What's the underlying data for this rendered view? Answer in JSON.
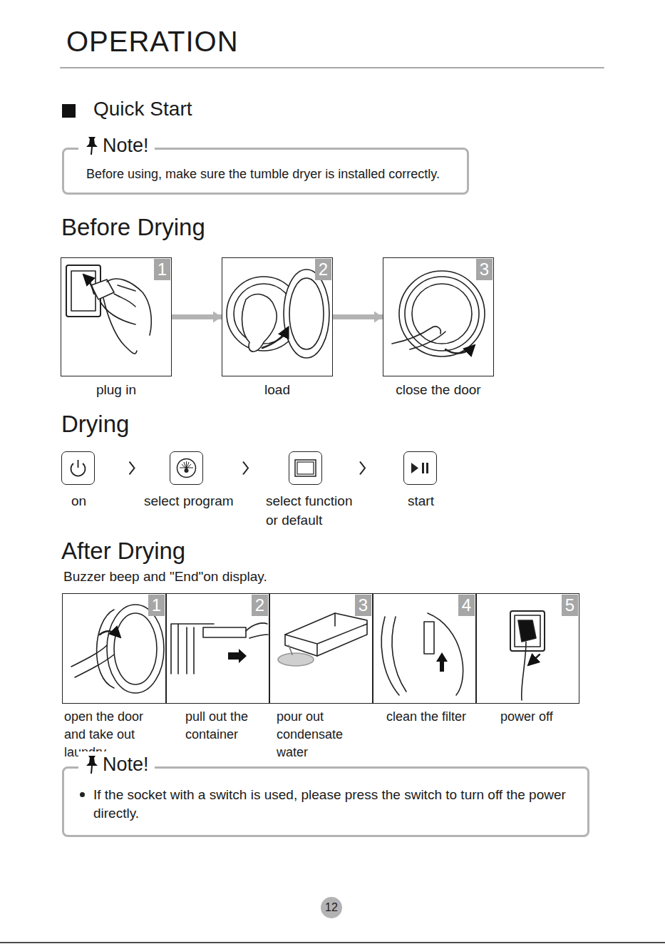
{
  "diagram": {
    "title": "OPERATION",
    "nodes": [
      {
        "text": [
          "Note!",
          "Before using, make sure the tumble dryer is installed correctly."
        ]
      },
      {
        "text": [
          "1",
          "plug in"
        ]
      },
      {
        "text": [
          "2",
          "load"
        ]
      },
      {
        "text": [
          "3",
          "close the door"
        ]
      },
      {
        "text": [
          "on"
        ]
      },
      {
        "text": [
          "select program"
        ]
      },
      {
        "text": [
          "select function or default"
        ]
      },
      {
        "text": [
          "start"
        ]
      },
      {
        "text": [
          "1",
          "open the door and take out laundry"
        ]
      },
      {
        "text": [
          "2",
          "pull out the container"
        ]
      },
      {
        "text": [
          "3",
          "pour out condensate water"
        ]
      },
      {
        "text": [
          "4",
          "clean the filter"
        ]
      },
      {
        "text": [
          "5",
          "power off"
        ]
      },
      {
        "text": [
          "Note!",
          "If the socket with a switch is used, please press the switch to turn off the power directly."
        ]
      }
    ],
    "edges": [
      {
        "from": 1,
        "to": 2,
        "arrow": "to"
      },
      {
        "from": 2,
        "to": 3,
        "arrow": "to"
      },
      {
        "from": 4,
        "to": 5,
        "arrow": "to"
      },
      {
        "from": 5,
        "to": 6,
        "arrow": "to"
      },
      {
        "from": 6,
        "to": 7,
        "arrow": "to"
      }
    ],
    "labels": [
      "Quick Start",
      "Before Drying",
      "Drying",
      "After Drying",
      "Buzzer beep and \"End\"on display.",
      "12"
    ]
  }
}
